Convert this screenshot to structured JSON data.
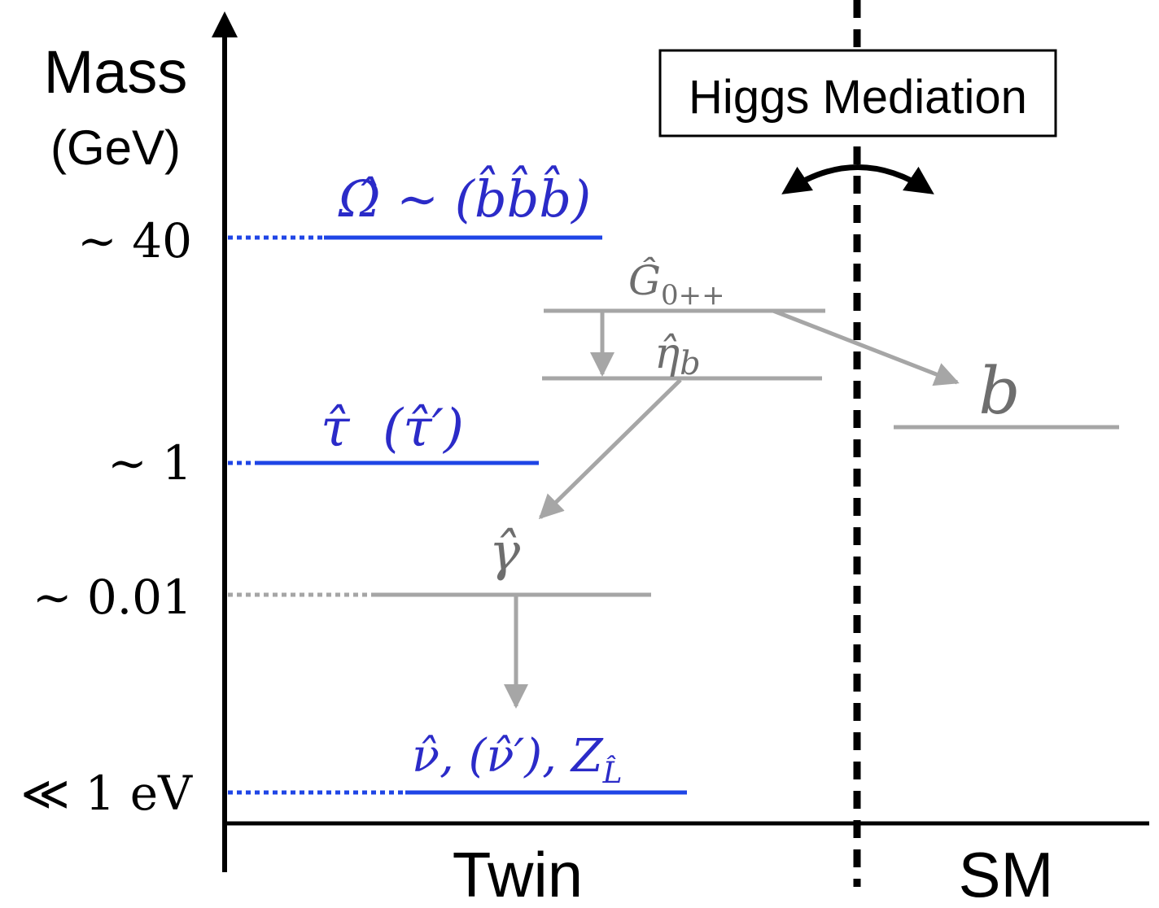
{
  "axis": {
    "title": "Mass",
    "unit": "(GeV)",
    "ticks": [
      {
        "id": "t40",
        "label": "∼ 40"
      },
      {
        "id": "t1",
        "label": "∼ 1"
      },
      {
        "id": "t001",
        "label": "∼ 0.01"
      },
      {
        "id": "tev",
        "label": "≪ 1 eV"
      }
    ]
  },
  "sectors": {
    "twin": "Twin",
    "sm": "SM"
  },
  "mediation": {
    "label": "Higgs Mediation"
  },
  "levels": {
    "omega": {
      "base": "Ω̂ ∼ (b̂b̂b̂)"
    },
    "glueball": {
      "base": "Ĝ",
      "sub": "0++"
    },
    "eta": {
      "base": "η̂",
      "sub": "b"
    },
    "b": {
      "base": "b"
    },
    "tau": {
      "base": "τ̂  (τ̂′)"
    },
    "photon": {
      "base": "γ̂"
    },
    "nu": {
      "base": "ν̂, (ν̂′), Z",
      "sub": "L̂"
    }
  },
  "colors": {
    "twin": "#1f45e6",
    "twinLabel": "#2b2bc8",
    "gray": "#a6a6a6",
    "grayText": "#6e6e6e",
    "axis": "#000000"
  }
}
